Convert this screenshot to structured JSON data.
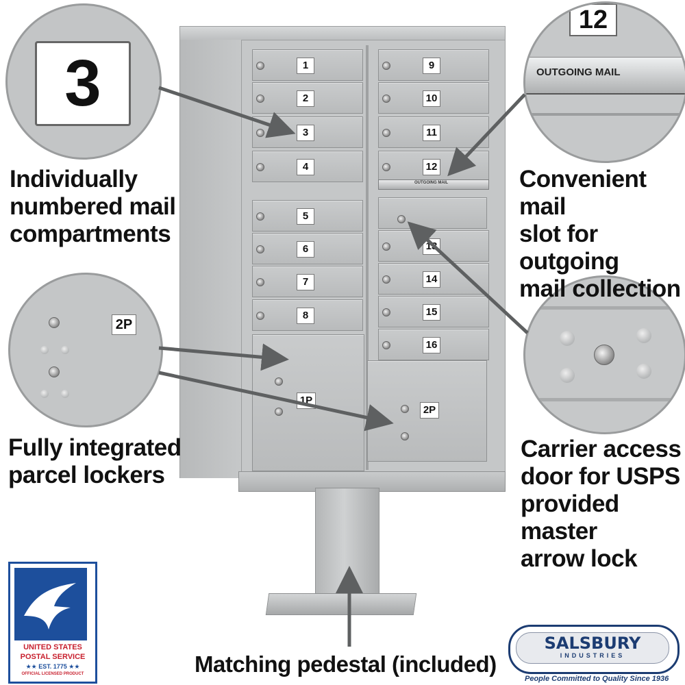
{
  "callouts": {
    "numbered": [
      "Individually",
      "numbered mail",
      "compartments"
    ],
    "outgoing": [
      "Convenient mail",
      "slot for outgoing",
      "mail collection"
    ],
    "parcel": [
      "Fully integrated",
      "parcel lockers"
    ],
    "carrier": [
      "Carrier access",
      "door for USPS",
      "provided master",
      "arrow lock"
    ],
    "pedestal": "Matching pedestal (included)"
  },
  "zoom": {
    "number": "3",
    "top_number": "12",
    "outgoing_label": "OUTGOING MAIL",
    "parcel_label": "2P"
  },
  "mailbox": {
    "left_compartments": [
      "1",
      "2",
      "3",
      "4",
      "5",
      "6",
      "7",
      "8"
    ],
    "right_compartments": [
      "9",
      "10",
      "11",
      "12",
      "13",
      "14",
      "15",
      "16"
    ],
    "outgoing_slot_label": "OUTGOING MAIL",
    "parcel_left": "1P",
    "parcel_right": "2P"
  },
  "usps_logo": {
    "line1": "UNITED STATES",
    "line2": "POSTAL SERVICE",
    "est": "★★ EST. 1775 ★★",
    "licensed": "OFFICIAL LICENSED PRODUCT",
    "color_red": "#c8202e",
    "color_blue": "#1d4f9c"
  },
  "salsbury_logo": {
    "name": "SALSBURY",
    "sub": "INDUSTRIES",
    "tagline": "People Committed to Quality Since 1936"
  },
  "colors": {
    "cabinet": "#c3c5c6",
    "arrow": "#5e6061"
  }
}
